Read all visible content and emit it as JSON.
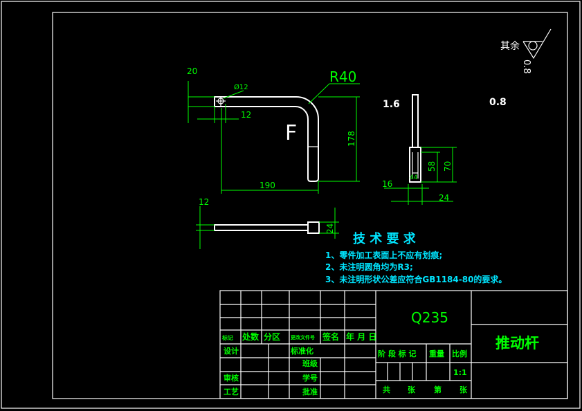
{
  "part": {
    "name": "推动杆",
    "material": "Q235",
    "view_label": "F",
    "scale": "1:1"
  },
  "roughness": {
    "rest_label": "其余",
    "rest_value": "0.8",
    "value_a": "1.6",
    "value_b": "0.8"
  },
  "dimensions": {
    "main_view": {
      "d20": "20",
      "dia12": "Ø12",
      "d12": "12",
      "r40": "R40",
      "d178": "178",
      "d190": "190"
    },
    "side_view": {
      "d16": "16",
      "d24": "24",
      "d58": "58",
      "d70": "70",
      "d44": "44"
    },
    "top_view": {
      "d12": "12",
      "d24": "24"
    }
  },
  "requirements": {
    "title": "技 术 要 求",
    "items": [
      "1、零件加工表面上不应有划痕;",
      "2、未注明圆角均为R3;",
      "3、未注明形状公差应符合GB1184-80的要求。"
    ]
  },
  "title_block": {
    "header_row": [
      "标记",
      "处数",
      "分区",
      "更改文件号",
      "签名",
      "年 月 日"
    ],
    "sign_rows": [
      "设计",
      "审核",
      "工艺"
    ],
    "mid_rows": [
      "标准化",
      "班级",
      "学号",
      "批准"
    ],
    "stage_row": [
      "阶 段 标 记",
      "重量",
      "比例"
    ],
    "sheet_row": [
      "共",
      "张",
      "第",
      "张"
    ]
  },
  "colors": {
    "frame": "#ffffff",
    "dim": "#00ff00",
    "part": "#ffffff",
    "note": "#00e5ff"
  }
}
